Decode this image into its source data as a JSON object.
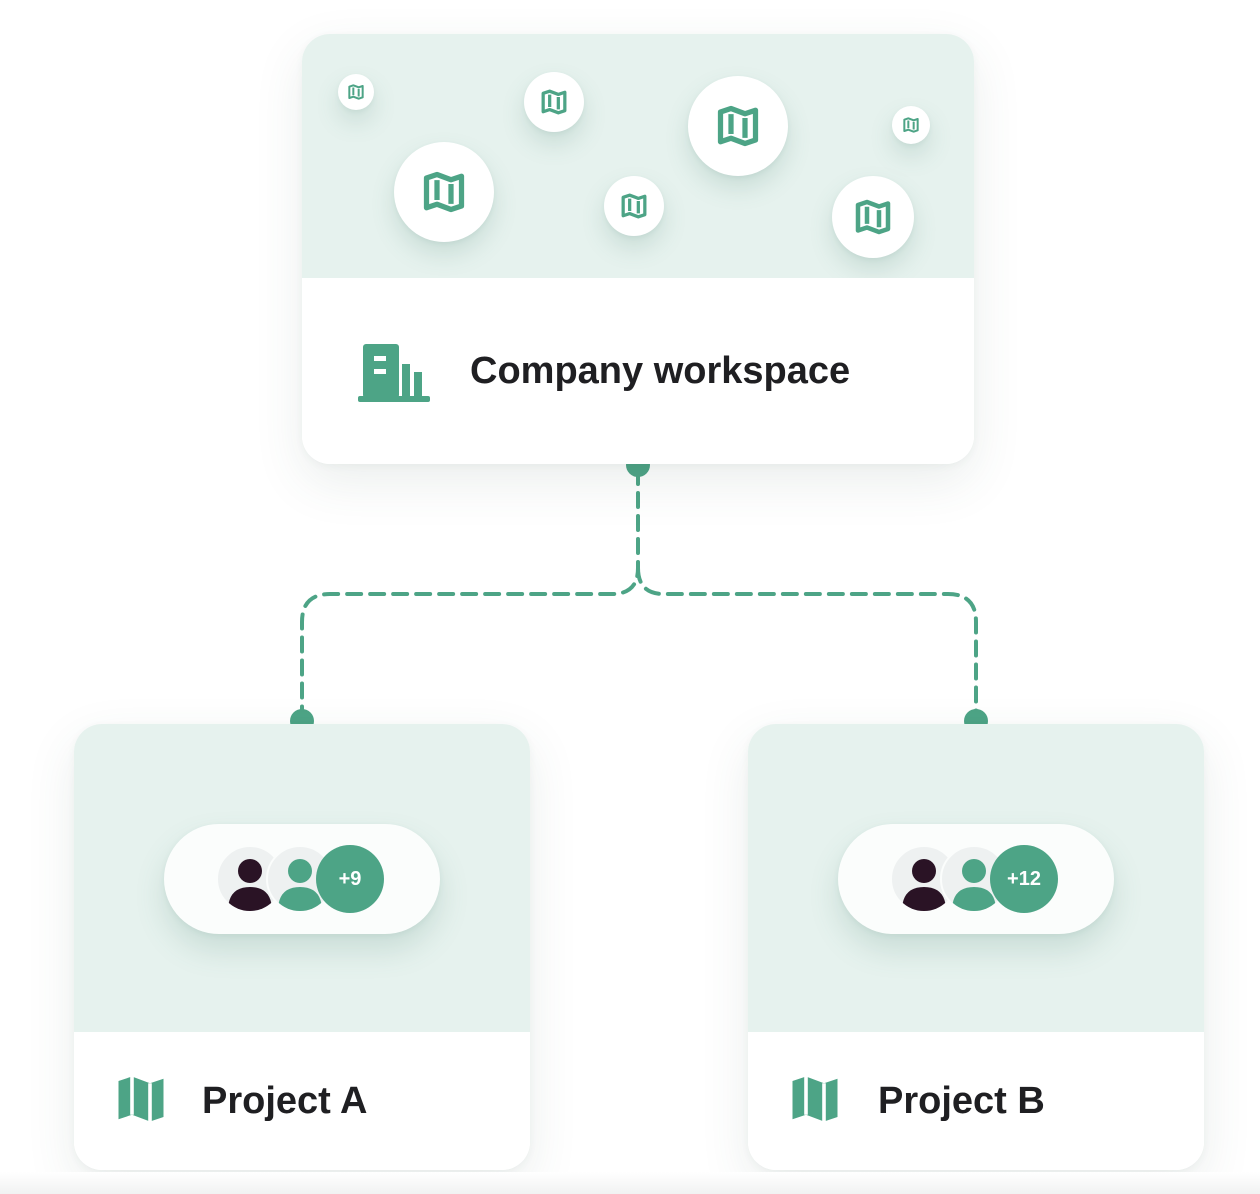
{
  "colors": {
    "accent": "#4da486",
    "card_top_bg": "#e6f2ee",
    "text": "#1f1f22",
    "avatar_dark": "#2a1325"
  },
  "workspace": {
    "title": "Company workspace",
    "icon": "building-icon",
    "map_bubble_icon": "map-icon"
  },
  "projects": [
    {
      "title": "Project A",
      "icon": "map-icon",
      "member_count_label": "+9"
    },
    {
      "title": "Project B",
      "icon": "map-icon",
      "member_count_label": "+12"
    }
  ]
}
